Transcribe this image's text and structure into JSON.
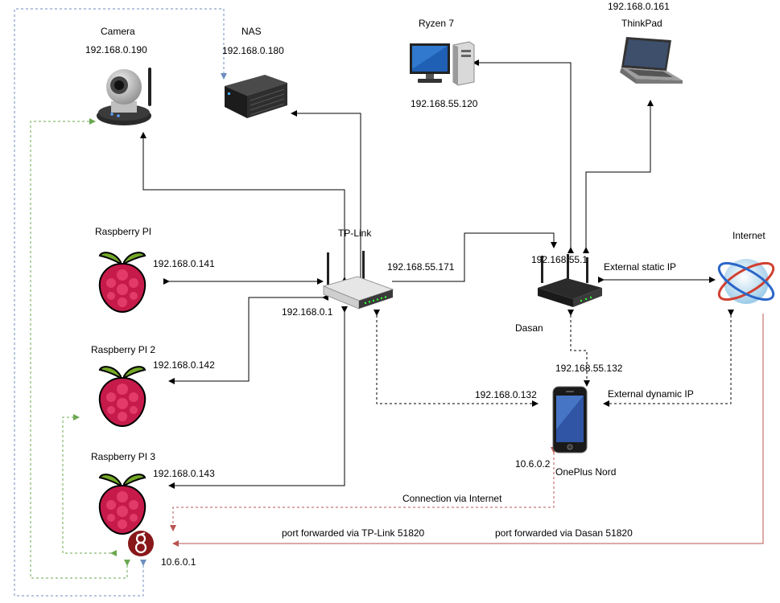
{
  "devices": {
    "camera": {
      "name": "Camera",
      "ip": "192.168.0.190"
    },
    "nas": {
      "name": "NAS",
      "ip": "192.168.0.180"
    },
    "ryzen": {
      "name": "Ryzen 7",
      "ip": "192.168.55.120"
    },
    "thinkpad": {
      "name": "ThinkPad",
      "ip": "192.168.0.161"
    },
    "rpi1": {
      "name": "Raspberry PI",
      "ip": "192.168.0.141"
    },
    "rpi2": {
      "name": "Raspberry PI 2",
      "ip": "192.168.0.142"
    },
    "rpi3": {
      "name": "Raspberry PI 3",
      "ip": "192.168.0.143"
    },
    "tplink": {
      "name": "TP-Link",
      "lan_ip": "192.168.0.1",
      "wan_ip": "192.168.55.171"
    },
    "dasan": {
      "name": "Dasan",
      "lan_ip": "192.168.55.1"
    },
    "internet": {
      "name": "Internet"
    },
    "oneplus": {
      "name": "OnePlus Nord",
      "ip_tplink": "192.168.0.132",
      "ip_dasan": "192.168.55.132",
      "vpn_ip": "10.6.0.2"
    },
    "wireguard": {
      "vpn_ip": "10.6.0.1"
    }
  },
  "links": {
    "external_static": "External static IP",
    "external_dynamic": "External dynamic IP",
    "via_internet": "Connection via Internet",
    "pf_tplink": "port forwarded via TP-Link 51820",
    "pf_dasan": "port forwarded via Dasan 51820"
  },
  "colors": {
    "wire": "#000000",
    "green_dashed": "#6aa84f",
    "blue_dashed": "#6c8ebf",
    "red": "#b85450",
    "raspberry_red": "#c51a4a",
    "leaf_green": "#75a928"
  }
}
